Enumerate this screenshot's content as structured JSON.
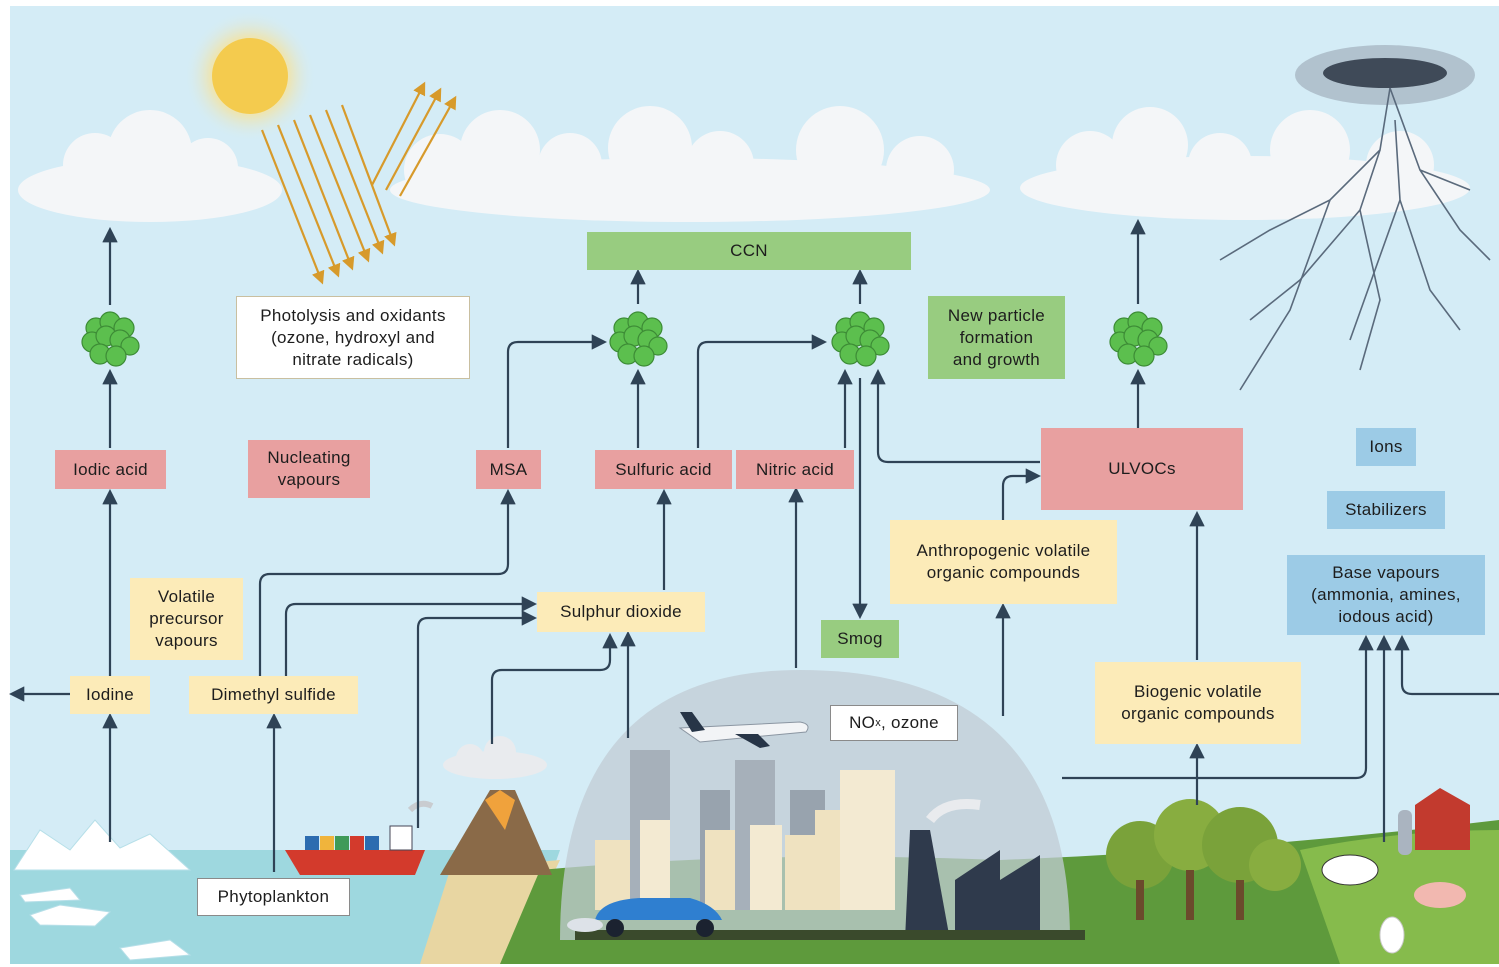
{
  "labels": {
    "iodic_acid": "Iodic acid",
    "photolysis": "Photolysis and oxidants\n(ozone, hydroxyl and\nnitrate radicals)",
    "nucleating": "Nucleating\nvapours",
    "msa": "MSA",
    "sulfuric": "Sulfuric acid",
    "nitric": "Nitric acid",
    "ccn": "CCN",
    "npf": "New particle\nformation\nand growth",
    "ulvocs": "ULVOCs",
    "ions": "Ions",
    "stabilizers": "Stabilizers",
    "base_vapours": "Base vapours\n(ammonia, amines,\niodous acid)",
    "volatile": "Volatile\nprecursor\nvapours",
    "iodine": "Iodine",
    "dms": "Dimethyl sulfide",
    "so2": "Sulphur dioxide",
    "anthro": "Anthropogenic volatile\norganic compounds",
    "smog": "Smog",
    "nox_pre": "NO",
    "nox_sub": "x",
    "nox_post": ", ozone",
    "biogenic": "Biogenic volatile\norganic compounds",
    "phytoplankton": "Phytoplankton"
  },
  "colors": {
    "sky": "#d4ecf6",
    "cloud": "#f4f6f8",
    "arrow": "#2f4356",
    "sun": "#f4cb4e",
    "sunray": "#d79a2b",
    "particle": "#5cbf4e",
    "sea": "#9ed8df",
    "grass": "#5e9a3c",
    "dome": "#c2ccd4",
    "nucleating_box": "#e8a0a0",
    "precursor_box": "#fcebb8",
    "product_box": "#98cc80",
    "stabilizer_box": "#9ccbe6"
  }
}
